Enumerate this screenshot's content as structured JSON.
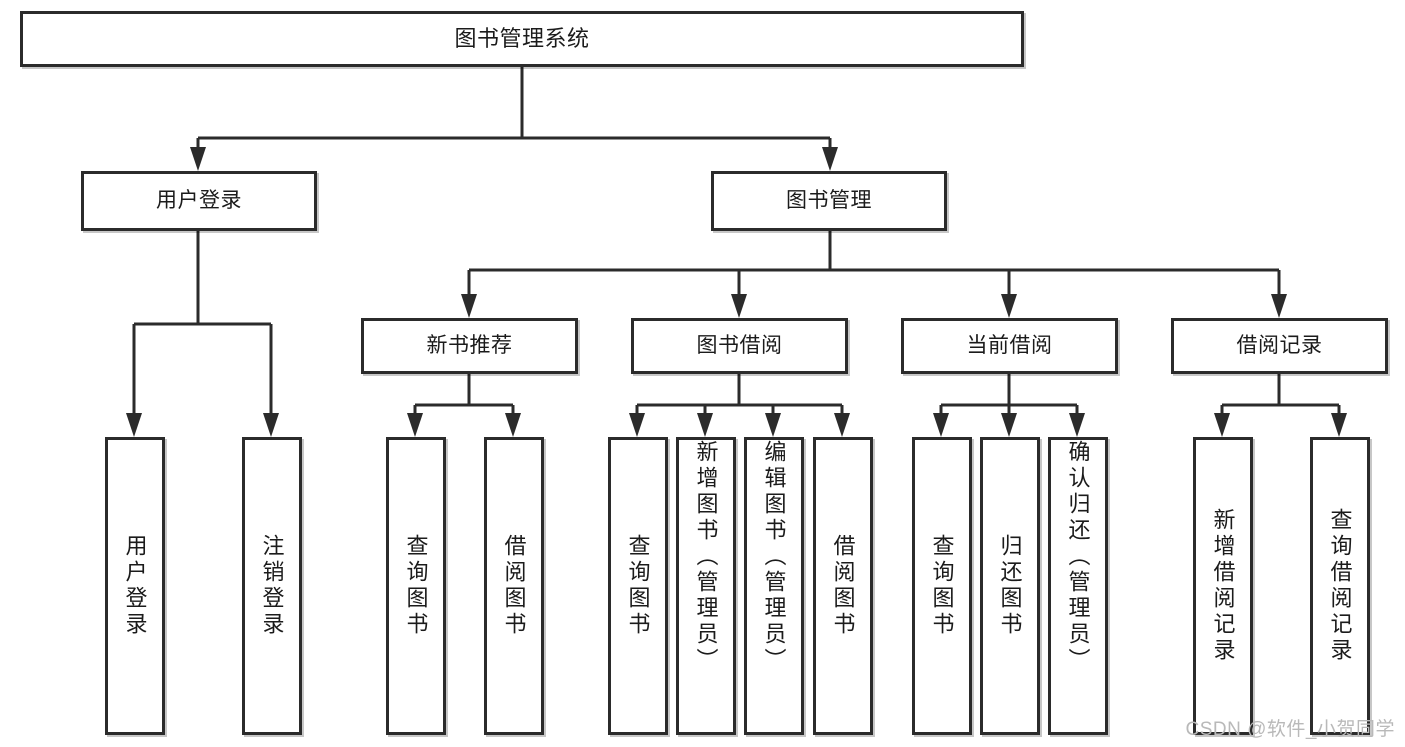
{
  "diagram": {
    "title": "图书管理系统",
    "type": "tree-structure-chart",
    "root": {
      "id": "root",
      "label": "图书管理系统"
    },
    "level2": [
      {
        "id": "user-login",
        "label": "用户登录"
      },
      {
        "id": "book-manage",
        "label": "图书管理"
      }
    ],
    "level3": [
      {
        "id": "new-book-recommend",
        "label": "新书推荐"
      },
      {
        "id": "book-borrow",
        "label": "图书借阅"
      },
      {
        "id": "current-borrow",
        "label": "当前借阅"
      },
      {
        "id": "borrow-record",
        "label": "借阅记录"
      }
    ],
    "leaves": {
      "user_login": [
        {
          "id": "leaf-user-login",
          "label": "用户登录"
        },
        {
          "id": "leaf-user-logout",
          "label": "注销登录"
        }
      ],
      "new_book_recommend": [
        {
          "id": "leaf-query-book-1",
          "label": "查询图书"
        },
        {
          "id": "leaf-borrow-book-1",
          "label": "借阅图书"
        }
      ],
      "book_borrow": [
        {
          "id": "leaf-query-book-2",
          "label": "查询图书"
        },
        {
          "id": "leaf-add-book",
          "label": "新增图书（管理员）"
        },
        {
          "id": "leaf-edit-book",
          "label": "编辑图书（管理员）"
        },
        {
          "id": "leaf-borrow-book-2",
          "label": "借阅图书"
        }
      ],
      "current_borrow": [
        {
          "id": "leaf-query-book-3",
          "label": "查询图书"
        },
        {
          "id": "leaf-return-book",
          "label": "归还图书"
        },
        {
          "id": "leaf-confirm-return",
          "label": "确认归还（管理员）"
        }
      ],
      "borrow_record": [
        {
          "id": "leaf-add-record",
          "label": "新增借阅记录"
        },
        {
          "id": "leaf-query-record",
          "label": "查询借阅记录"
        }
      ]
    }
  },
  "watermark": {
    "text": "CSDN @软件_小贺同学"
  },
  "colors": {
    "stroke": "#2b2b2b",
    "box_fill": "#ffffff",
    "text": "#1b1b1b",
    "watermark": "#b9b9b9",
    "background": "#ffffff"
  }
}
